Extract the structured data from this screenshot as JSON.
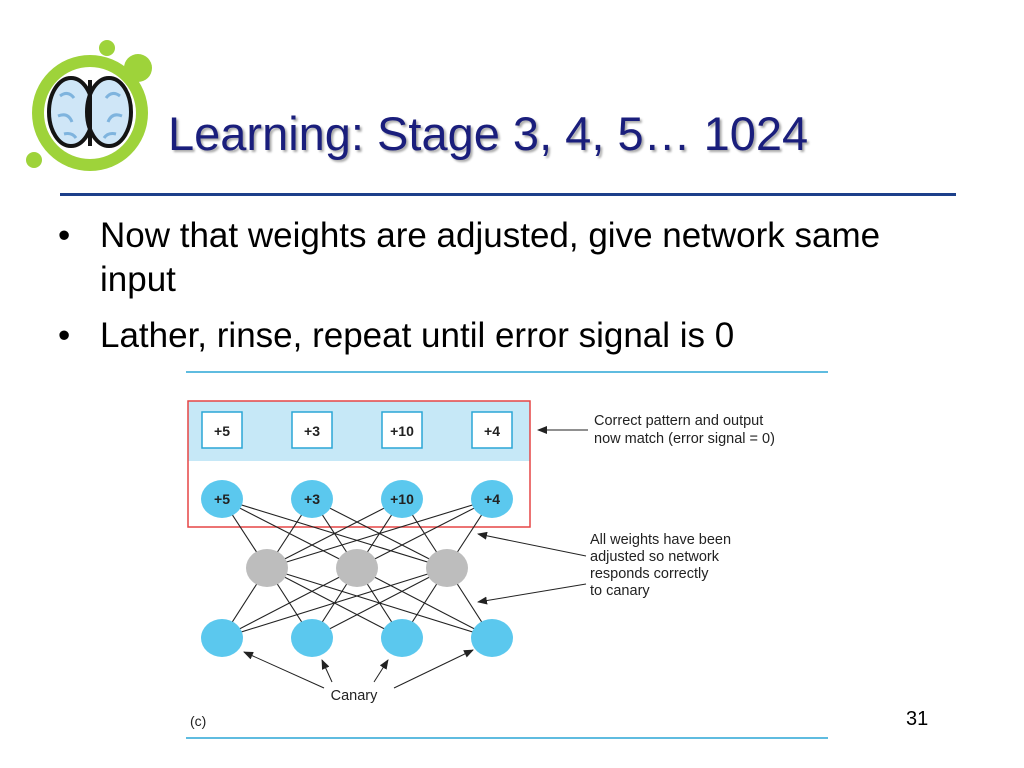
{
  "slide": {
    "title": "Learning: Stage 3, 4, 5… 1024",
    "bullets": [
      "Now that weights are adjusted, give network same input",
      "Lather, rinse, repeat until error signal is 0"
    ],
    "bullet_marker": "•",
    "page_number": "31",
    "logo_icon": "brain-icon"
  },
  "diagram": {
    "output_pattern": [
      "+5",
      "+3",
      "+10",
      "+4"
    ],
    "output_nodes": [
      "+5",
      "+3",
      "+10",
      "+4"
    ],
    "hidden_node_count": 3,
    "input_node_count": 4,
    "callout_match": [
      "Correct pattern and output",
      "now match (error signal = 0)"
    ],
    "callout_weights": [
      "All weights have been",
      "adjusted so network",
      "responds correctly",
      "to canary"
    ],
    "input_label": "Canary",
    "panel_label": "(c)",
    "colors": {
      "input_node": "#5bc8ee",
      "hidden_node": "#bdbdbd",
      "output_node": "#5bc8ee",
      "pattern_band": "#c6e8f7",
      "pattern_border": "#e64545",
      "rule": "#2aa6d6",
      "title": "#1a1e7c",
      "logo_green": "#9ed33a"
    }
  }
}
